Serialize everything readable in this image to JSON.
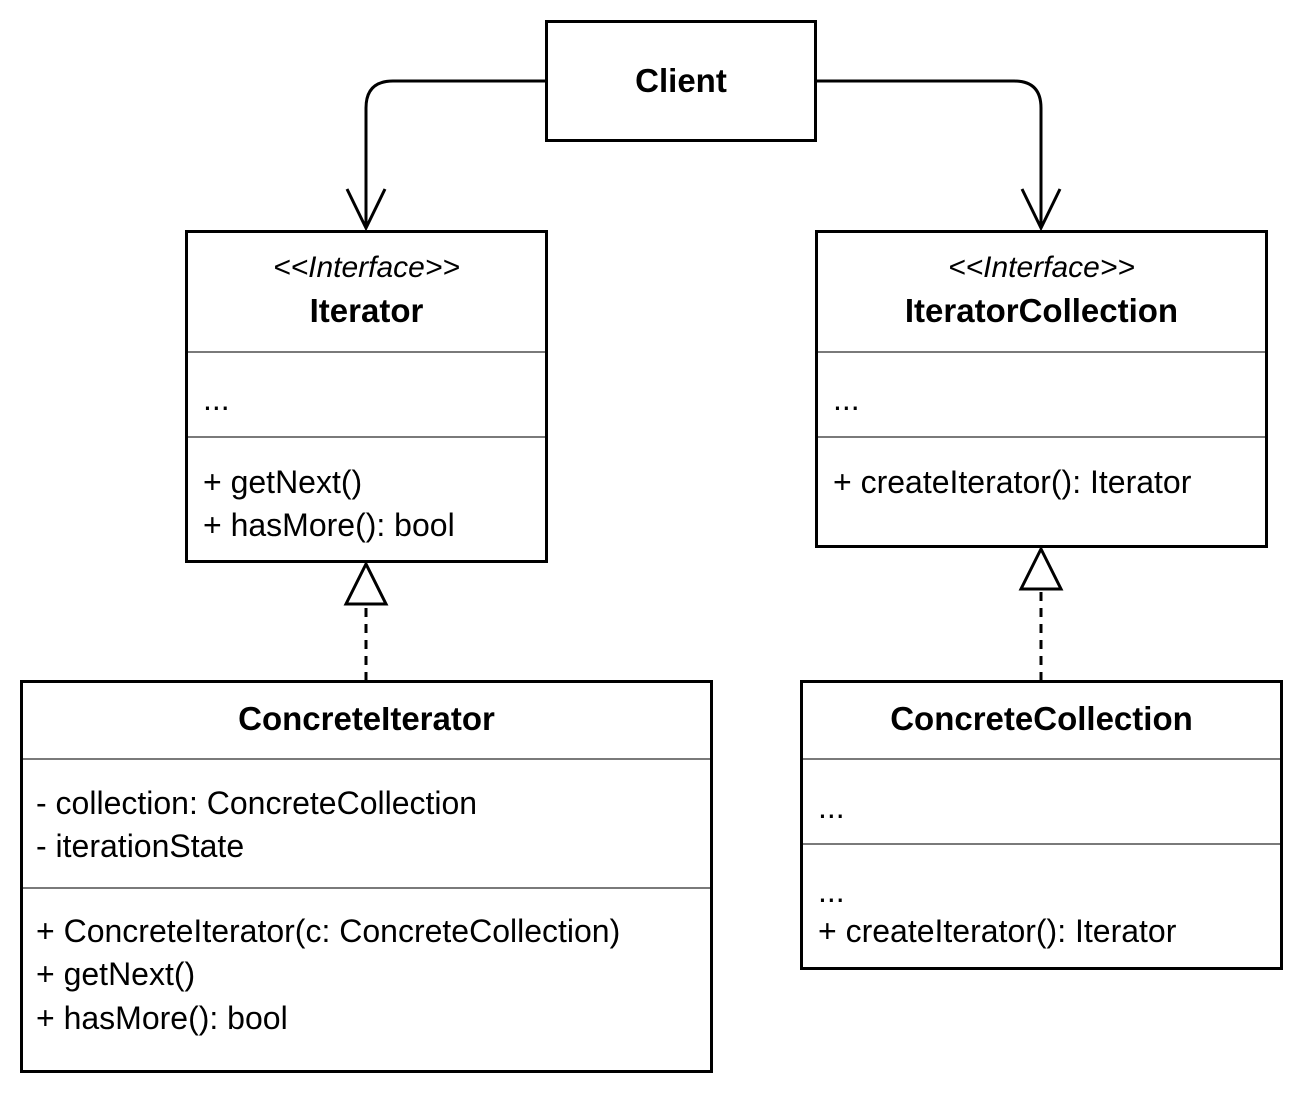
{
  "client": {
    "name": "Client"
  },
  "iterator": {
    "stereotype": "<<Interface>>",
    "name": "Iterator",
    "fields": [
      "..."
    ],
    "methods": [
      "+ getNext()",
      "+ hasMore(): bool"
    ]
  },
  "iterator_collection": {
    "stereotype": "<<Interface>>",
    "name": "IteratorCollection",
    "fields": [
      "..."
    ],
    "methods": [
      "+ createIterator(): Iterator"
    ]
  },
  "concrete_iterator": {
    "name": "ConcreteIterator",
    "fields": [
      "- collection: ConcreteCollection",
      "- iterationState"
    ],
    "methods": [
      "+ ConcreteIterator(c: ConcreteCollection)",
      "+ getNext()",
      "+ hasMore(): bool"
    ]
  },
  "concrete_collection": {
    "name": "ConcreteCollection",
    "fields": [
      "..."
    ],
    "methods": [
      "...",
      "+ createIterator(): Iterator"
    ]
  },
  "relations": [
    {
      "from": "Client",
      "to": "Iterator",
      "kind": "association"
    },
    {
      "from": "Client",
      "to": "IteratorCollection",
      "kind": "association"
    },
    {
      "from": "ConcreteIterator",
      "to": "Iterator",
      "kind": "realization"
    },
    {
      "from": "ConcreteCollection",
      "to": "IteratorCollection",
      "kind": "realization"
    }
  ]
}
